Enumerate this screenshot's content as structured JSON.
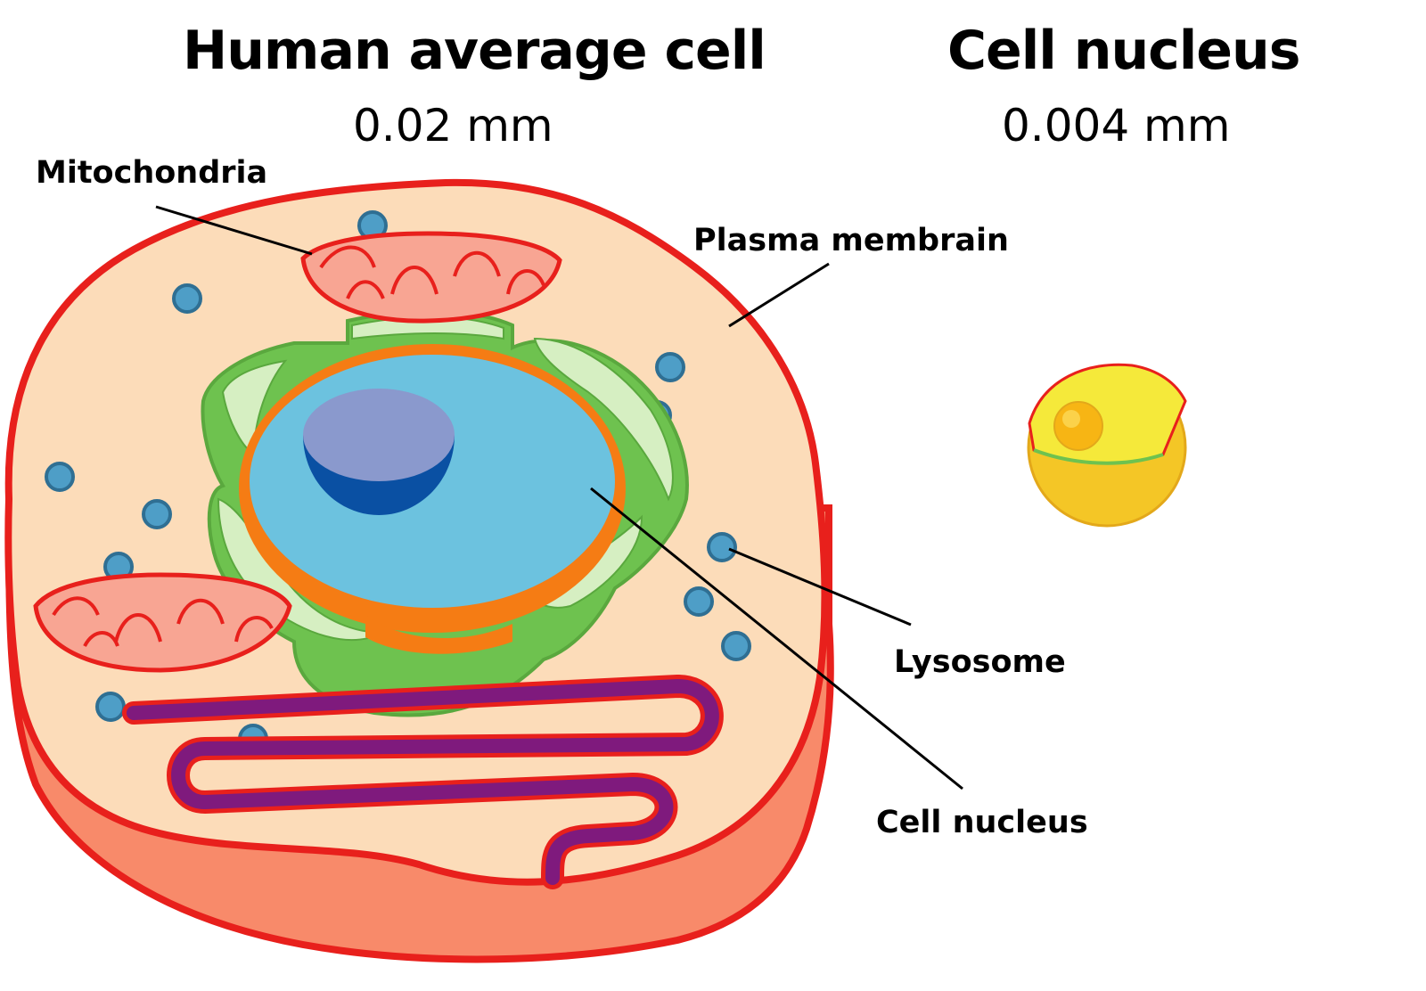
{
  "headings": {
    "cell_title": "Human average cell",
    "cell_size": "0.02 mm",
    "nucleus_title": "Cell nucleus",
    "nucleus_size": "0.004 mm"
  },
  "labels": {
    "mitochondria": "Mitochondria",
    "plasma_membrane": "Plasma membrain",
    "lysosome": "Lysosome",
    "cell_nucleus": "Cell nucleus"
  },
  "colors": {
    "membrane": "#e8201c",
    "cytoplasm": "#fcdcb9",
    "cell_side": "#f88a6a",
    "mitochondria": "#f8a593",
    "golgi": "#6ec24f",
    "golgi_light": "#d6efc2",
    "nuclear_envelope": "#f57c14",
    "nucleus": "#6cc2df",
    "nucleolus": "#8a99cd",
    "nucleolus_dark": "#0a50a3",
    "lysosome": "#4e9ec7",
    "er": "#7f1a7d",
    "small_nucleus": "#f4c626",
    "small_nucleus_inner": "#f5e93a"
  }
}
